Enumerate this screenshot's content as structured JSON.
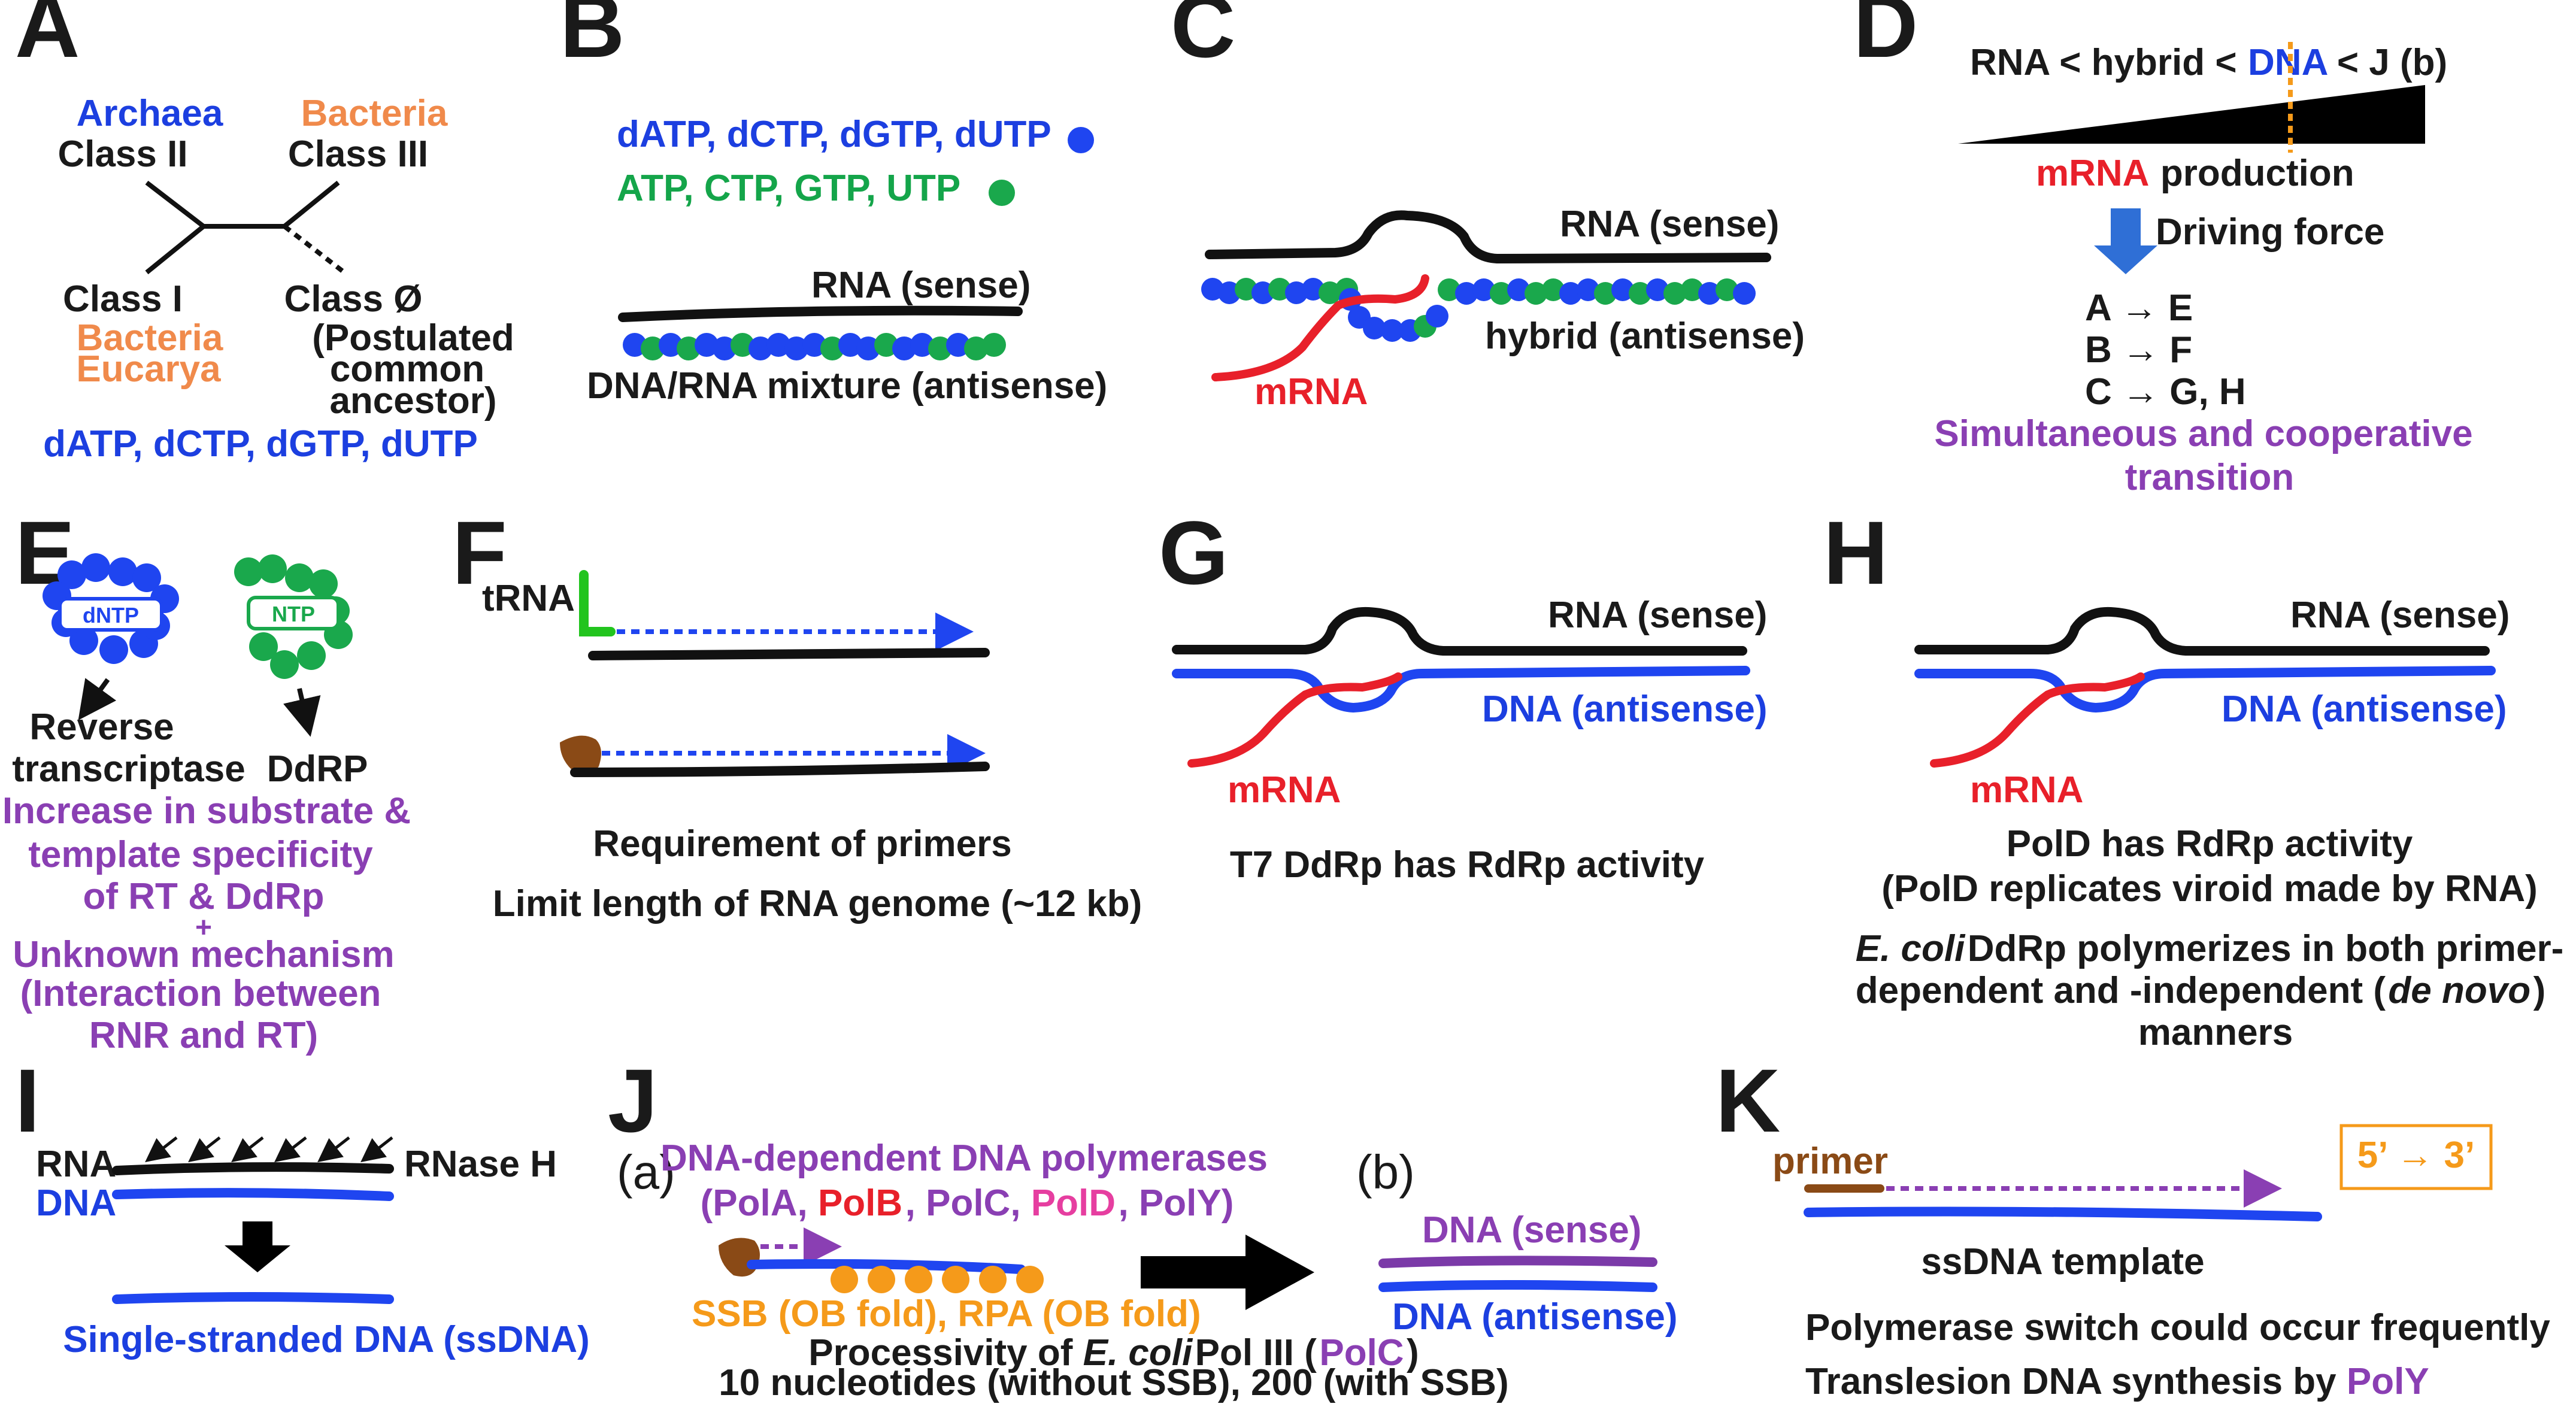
{
  "panels": {
    "A": {
      "label": "A",
      "archaea": "Archaea",
      "class_ii": "Class II",
      "bacteria_top": "Bacteria",
      "class_iii": "Class III",
      "class_i": "Class I",
      "bacteria_bottom": "Bacteria",
      "eucarya": "Eucarya",
      "class_zero": "Class Ø",
      "postulated_1": "(Postulated",
      "postulated_2": "common",
      "postulated_3": "ancestor)",
      "substrates": "dATP, dCTP, dGTP, dUTP"
    },
    "B": {
      "label": "B",
      "dntp": "dATP, dCTP, dGTP, dUTP",
      "ntp": "ATP, CTP, GTP, UTP",
      "rna_sense": "RNA (sense)",
      "mixture": "DNA/RNA mixture (antisense)"
    },
    "C": {
      "label": "C",
      "rna_sense": "RNA (sense)",
      "hybrid": "hybrid (antisense)",
      "mrna": "mRNA"
    },
    "D": {
      "label": "D",
      "order_1": "RNA < hybrid <",
      "order_dna": "DNA",
      "order_2": "< J (b)",
      "mrna": "mRNA",
      "production": "production",
      "driving_force": "Driving force",
      "transitions": [
        "A → E",
        "B → F",
        "C → G, H"
      ],
      "summary_1": "Simultaneous and cooperative",
      "summary_2": "transition"
    },
    "E": {
      "label": "E",
      "dntp": "dNTP",
      "ntp": "NTP",
      "rt_1": "Reverse",
      "rt_2": "transcriptase",
      "ddrp": "DdRP",
      "lines": [
        "Increase in substrate &",
        "template specificity",
        "of RT & DdRp",
        "+",
        "Unknown mechanism",
        "(Interaction between",
        "RNR and RT)"
      ]
    },
    "F": {
      "label": "F",
      "trna": "tRNA",
      "req": "Requirement of primers",
      "limit": "Limit length of RNA genome (~12 kb)"
    },
    "G": {
      "label": "G",
      "rna_sense": "RNA (sense)",
      "dna_antisense": "DNA (antisense)",
      "mrna": "mRNA",
      "caption": "T7 DdRp has RdRp activity"
    },
    "H": {
      "label": "H",
      "rna_sense": "RNA (sense)",
      "dna_antisense": "DNA (antisense)",
      "mrna": "mRNA",
      "line1": "PolD has RdRp activity",
      "line2": "(PolD  replicates viroid made by RNA)",
      "line3_italic": "E. coli",
      "line3": " DdRp polymerizes in both primer-",
      "line4_a": "dependent and -independent (",
      "line4_italic": "de novo",
      "line4_b": ")",
      "line5": "manners"
    },
    "I": {
      "label": "I",
      "rna": "RNA",
      "rnase": "RNase H",
      "dna": "DNA",
      "ssdna": "Single-stranded DNA (ssDNA)"
    },
    "J": {
      "label": "J",
      "sub_a": "(a)",
      "sub_b": "(b)",
      "title": "DNA-dependent DNA polymerases",
      "pol_open": "(PolA, ",
      "polb": "PolB",
      "polc": ", PolC, ",
      "pold": "PolD",
      "poly": ", PolY)",
      "ssb": "SSB (OB fold), RPA (OB fold)",
      "proc_1": "Processivity of ",
      "proc_italic": "E. coli",
      "proc_2": " Pol III (",
      "proc_polc": "PolC",
      "proc_3": ")",
      "nucleotides": "10 nucleotides (without SSB), 200 (with SSB)",
      "dna_sense": "DNA (sense)",
      "dna_antisense": "DNA (antisense)"
    },
    "K": {
      "label": "K",
      "primer": "primer",
      "direction": "5’ → 3’",
      "template": "ssDNA template",
      "line1": "Polymerase switch could occur frequently",
      "line2_a": "Translesion DNA synthesis by ",
      "line2_poly": "PolY"
    }
  },
  "colors": {
    "dna_blue": "#1f45f0",
    "rna_green": "#1aa84c",
    "mrna_red": "#e8202a",
    "label_purple": "#8a3fb3",
    "label_orange": "#f08a4b",
    "ssb_orange": "#f59a1a",
    "primer_brown": "#8a4a16"
  }
}
